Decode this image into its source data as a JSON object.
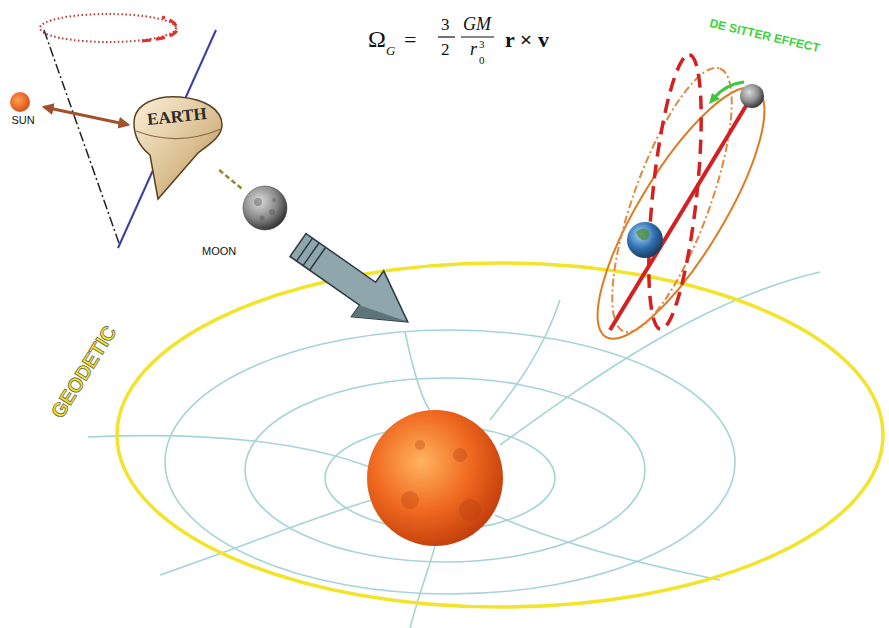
{
  "diagram": {
    "nodes": [
      {
        "text": [
          "SUN"
        ]
      },
      {
        "text": [
          "EARTH"
        ]
      },
      {
        "text": [
          "MOON"
        ]
      }
    ],
    "edges": [
      {
        "from": 0,
        "to": 1,
        "arrow": "both"
      },
      {
        "from": 1,
        "to": 2,
        "arrow": "none"
      }
    ],
    "labels": [
      "Ω",
      "G",
      "=",
      "3",
      "2",
      "GM",
      "r",
      "0",
      "3",
      "r × v",
      "DE SITTER EFFECT",
      "GEODETIC"
    ]
  }
}
